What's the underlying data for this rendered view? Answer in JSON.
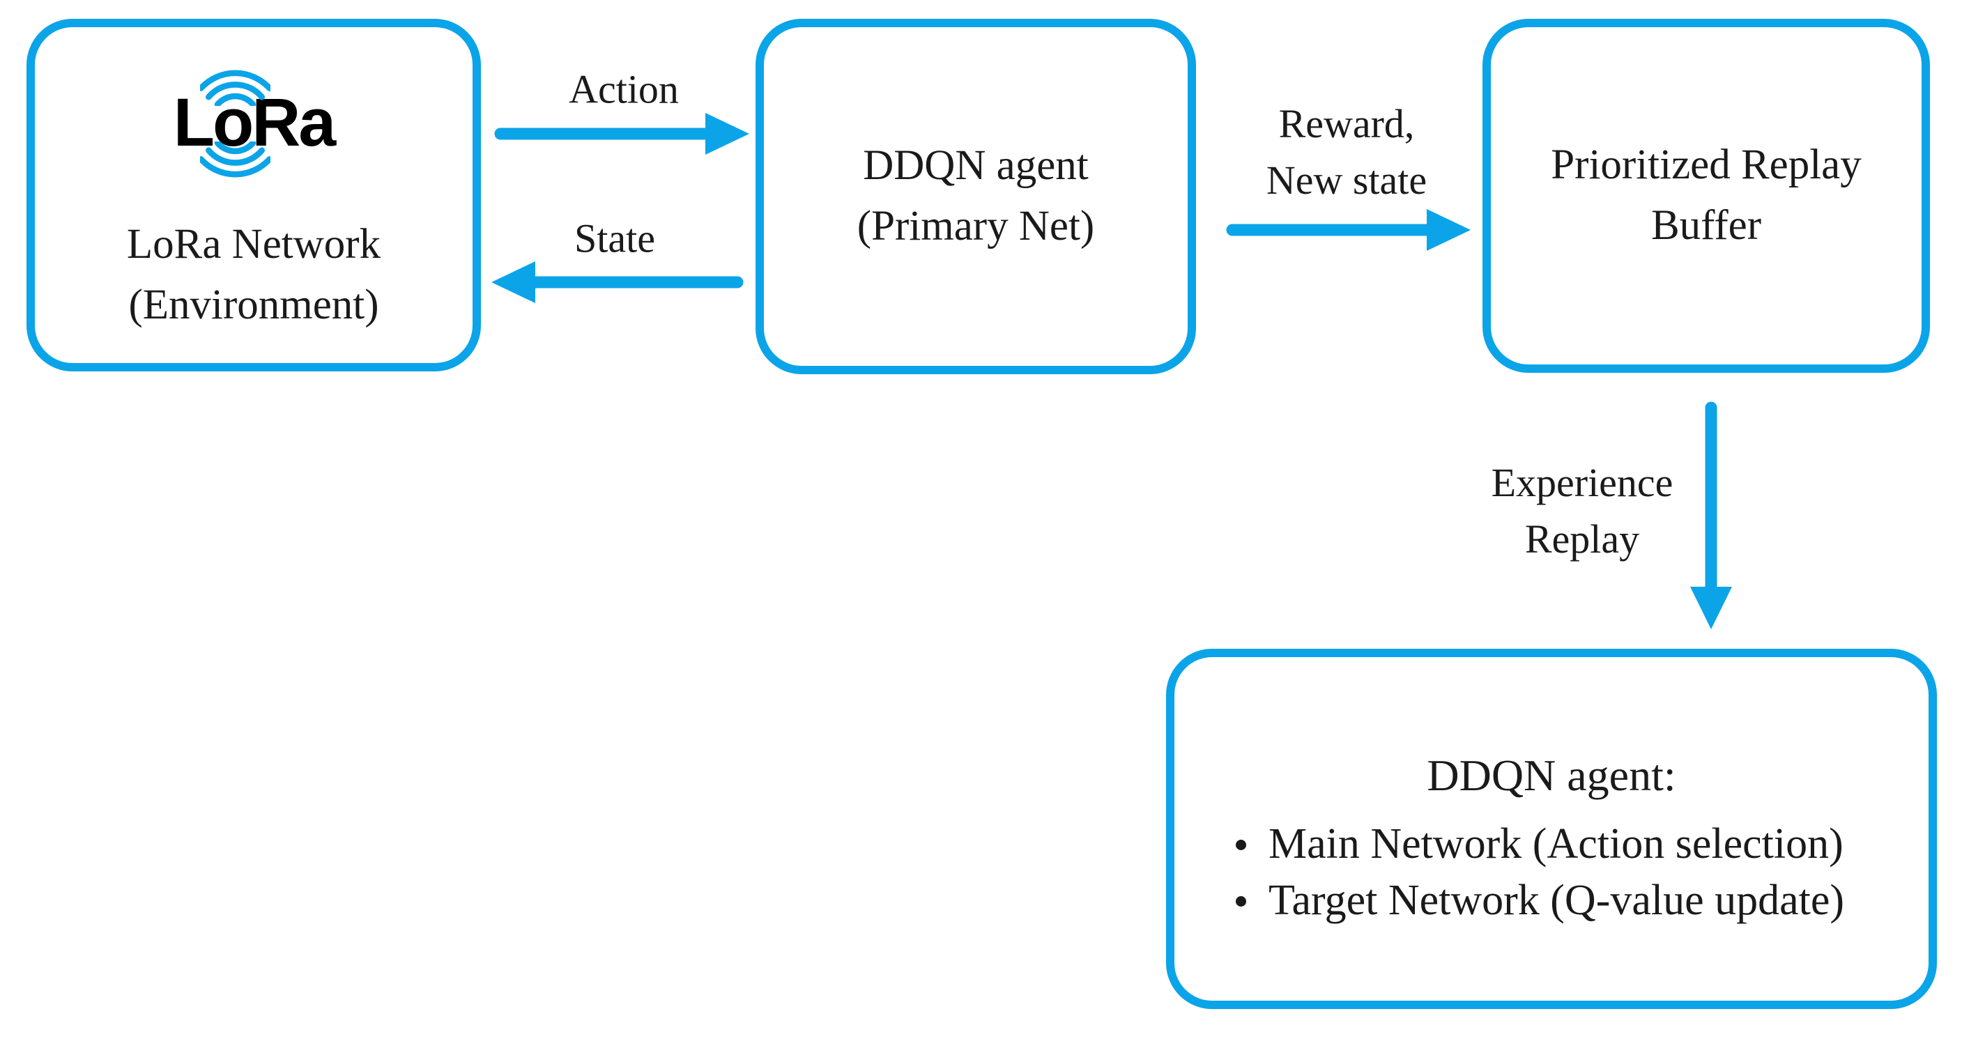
{
  "diagram": {
    "colors": {
      "accent": "#0ba4e8",
      "text": "#1a1a1a",
      "logo_text": "#000000",
      "background": "#ffffff"
    },
    "nodes": {
      "lora_network": {
        "logo_text": "LoRa",
        "line1": "LoRa Network",
        "line2": "(Environment)"
      },
      "ddqn_primary": {
        "line1": "DDQN agent",
        "line2": "(Primary Net)"
      },
      "replay_buffer": {
        "line1": "Prioritized Replay",
        "line2": "Buffer"
      },
      "ddqn_agent": {
        "heading": "DDQN agent:",
        "bullets": [
          "Main Network (Action selection)",
          "Target Network (Q-value update)"
        ]
      }
    },
    "edges": {
      "action": {
        "label": "Action"
      },
      "state": {
        "label": "State"
      },
      "reward": {
        "label_line1": "Reward,",
        "label_line2": "New state"
      },
      "experience": {
        "label_line1": "Experience",
        "label_line2": "Replay"
      }
    }
  }
}
